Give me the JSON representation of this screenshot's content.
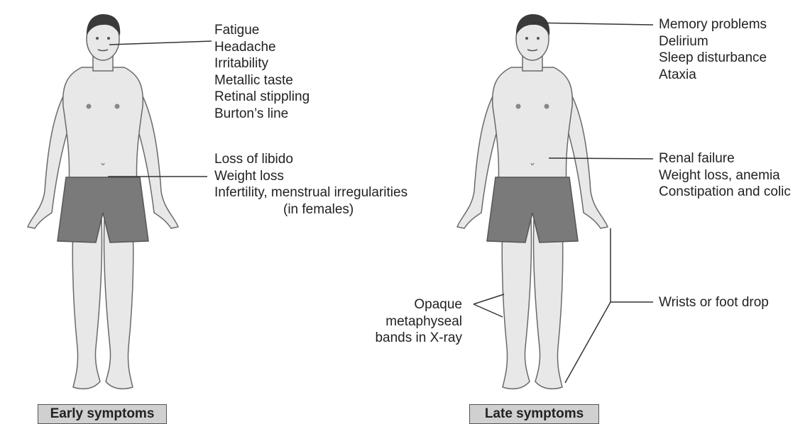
{
  "left_figure": {
    "caption": "Early symptoms",
    "head_labels": [
      "Fatigue",
      "Headache",
      "Irritability",
      "Metallic taste",
      "Retinal stippling",
      "Burton’s line"
    ],
    "abdomen_labels": [
      "Loss of libido",
      "Weight loss",
      "Infertility, menstrual irregularities"
    ],
    "abdomen_note": "(in females)"
  },
  "right_figure": {
    "caption": "Late symptoms",
    "head_labels": [
      "Memory problems",
      "Delirium",
      "Sleep disturbance",
      "Ataxia"
    ],
    "abdomen_labels": [
      "Renal failure",
      "Weight loss, anemia",
      "Constipation and colic"
    ],
    "limb_label": "Wrists or foot drop",
    "knee_labels": [
      "Opaque",
      "metaphyseal",
      "bands in X-ray"
    ]
  },
  "colors": {
    "skin": "#e8e8e8",
    "skin_outline": "#6a6a6a",
    "shorts": "#7a7a7a",
    "hair": "#3a3a3a",
    "leader_line": "#333333",
    "caption_fill": "#d0d0d0"
  }
}
